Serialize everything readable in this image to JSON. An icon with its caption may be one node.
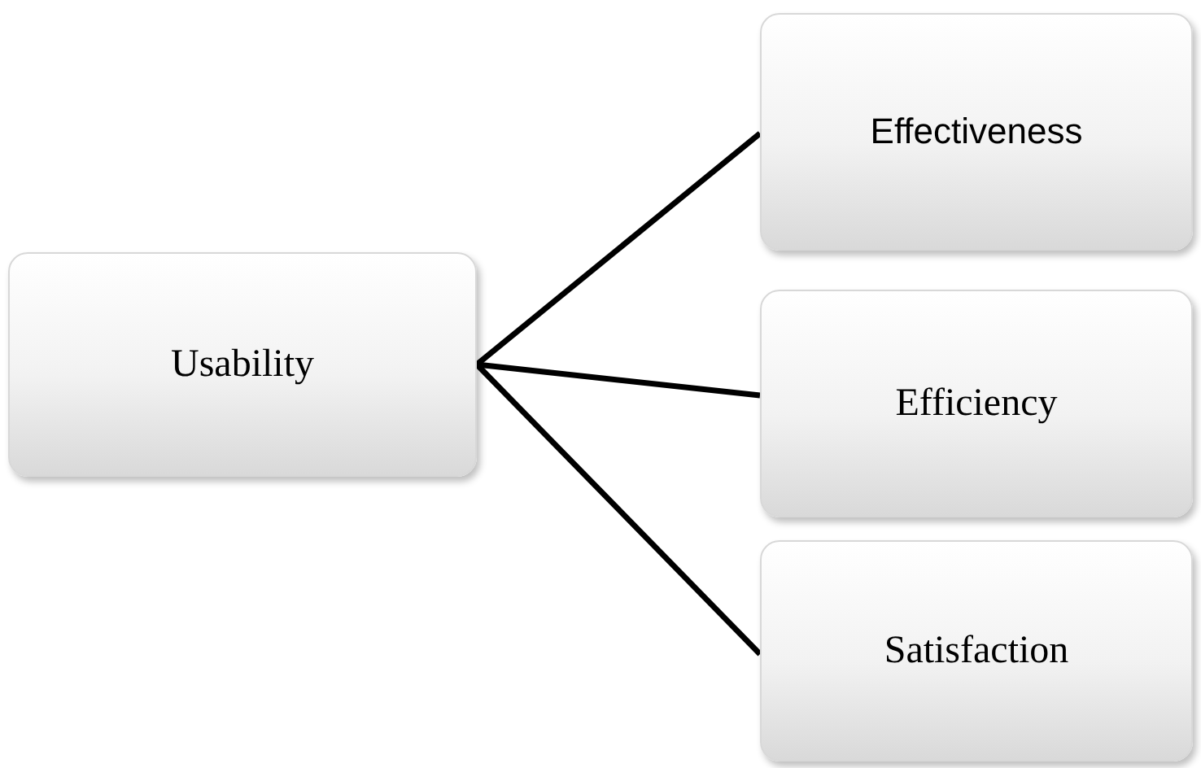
{
  "diagram": {
    "nodes": [
      {
        "text": [
          "Usability"
        ]
      },
      {
        "text": [
          "Effectiveness"
        ]
      },
      {
        "text": [
          "Efficiency"
        ]
      },
      {
        "text": [
          "Satisfaction"
        ]
      }
    ],
    "edges": [
      {
        "from": 0,
        "to": 1,
        "arrow": "none"
      },
      {
        "from": 0,
        "to": 2,
        "arrow": "none"
      },
      {
        "from": 0,
        "to": 3,
        "arrow": "none"
      }
    ]
  }
}
